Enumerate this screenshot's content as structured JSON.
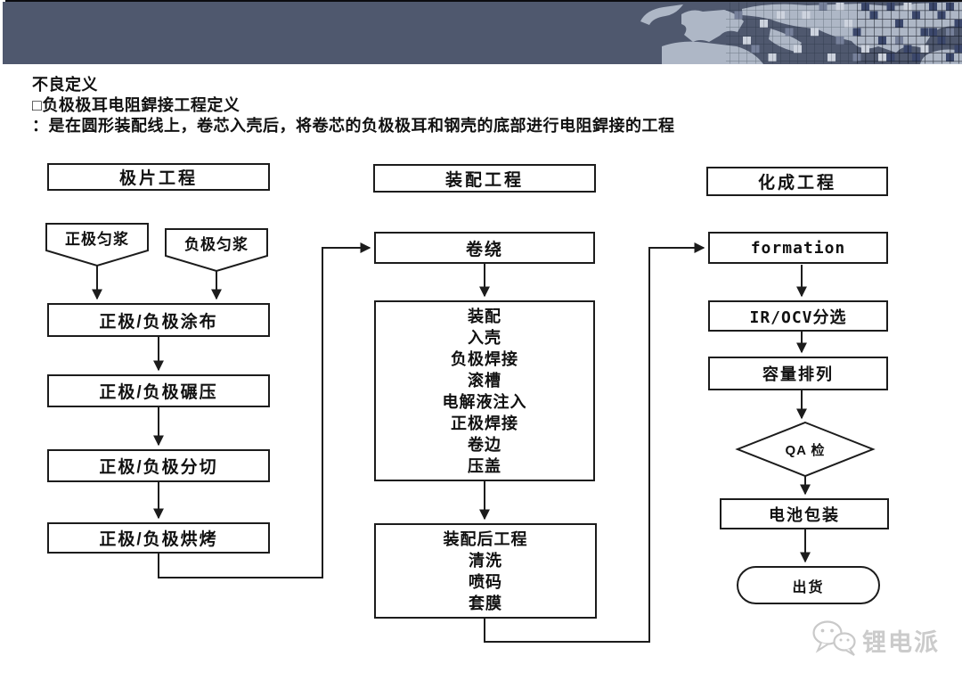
{
  "slide": {
    "title_lines": {
      "line1": "不良定义",
      "line2": "□负极极耳电阻銲接工程定义",
      "line3": "：是在圆形装配线上，卷芯入壳后，将卷芯的负极极耳和钢壳的底部进行电阻銲接的工程"
    }
  },
  "flowchart": {
    "col1": {
      "header": "极片工程",
      "slurry_pos": "正极匀浆",
      "slurry_neg": "负极匀浆",
      "coating": "正极/负极涂布",
      "rolling": "正极/负极碾压",
      "slitting": "正极/负极分切",
      "baking": "正极/负极烘烤"
    },
    "col2": {
      "header": "装配工程",
      "winding": "卷绕",
      "assembly_steps": [
        "装配",
        "入壳",
        "负极焊接",
        "滚槽",
        "电解液注入",
        "正极焊接",
        "卷边",
        "压盖"
      ],
      "post_steps": [
        "装配后工程",
        "清洗",
        "喷码",
        "套膜"
      ]
    },
    "col3": {
      "header": "化成工程",
      "formation": "formation",
      "ir_ocv": "IR/OCV分选",
      "capacity": "容量排列",
      "qa_check": "QA 检",
      "packing": "电池包装",
      "shipping": "出货"
    }
  },
  "watermark": {
    "brand": "锂电派",
    "icon": "wechat-logo-icon"
  },
  "colors": {
    "banner_bg": "#4f586e",
    "flow_line": "#1c1c1c",
    "map_land": "#aeb7c6",
    "mosaic_navy": "#3b476b",
    "mosaic_light": "#cdd3de",
    "watermark": "#cbcbcb"
  }
}
